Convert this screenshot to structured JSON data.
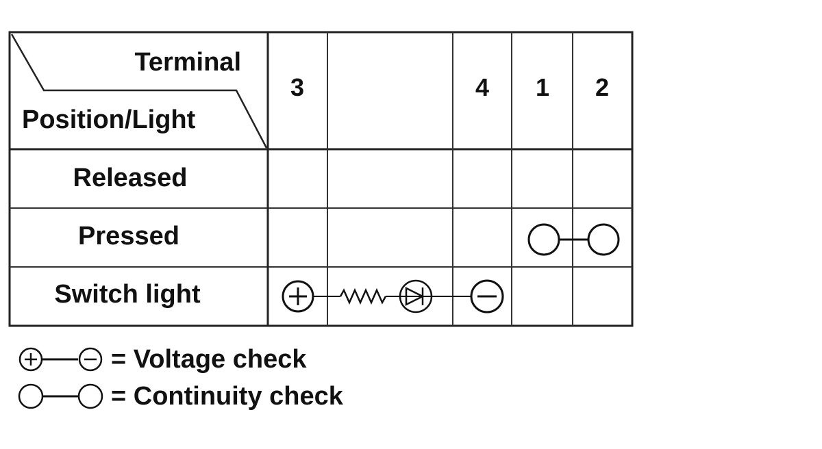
{
  "header": {
    "corner_top": "Terminal",
    "corner_bottom": "Position/Light",
    "terminals": [
      "3",
      "",
      "4",
      "1",
      "2"
    ]
  },
  "rows": [
    {
      "label": "Released",
      "symbol": "none"
    },
    {
      "label": "Pressed",
      "symbol": "continuity-between-terminals-1-and-2"
    },
    {
      "label": "Switch light",
      "symbol": "voltage-across-terminals-3-and-4-through-resistor-and-diode"
    }
  ],
  "legend": [
    {
      "symbol": "plus-minus-icon",
      "text": "= Voltage check"
    },
    {
      "symbol": "circle-circle-icon",
      "text": "= Continuity check"
    }
  ]
}
